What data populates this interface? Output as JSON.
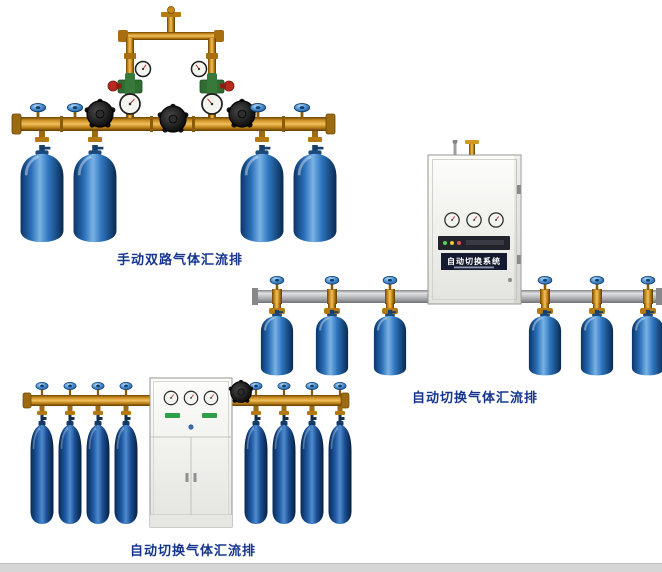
{
  "page": {
    "background": "#ffffff",
    "bottom_strip_color": "#d6d6d6"
  },
  "figures": {
    "manual_dual": {
      "caption": "手动双路气体汇流排",
      "cylinder_count": 4
    },
    "auto_switch_cabinet": {
      "caption": "自动切换气体汇流排",
      "cabinet_label": "自动切换系统",
      "cylinder_count": 6
    },
    "auto_switch_tall_cabinet": {
      "caption": "自动切换气体汇流排",
      "cylinder_count": 8
    }
  },
  "colors": {
    "caption_text": "#16368e",
    "brass_pipe": "#c88a1c",
    "cylinder_blue": "#2a6fb8",
    "aluminum_bar": "#b9bbbf",
    "cabinet_body": "#f2f2ee",
    "regulator_green": "#2f6d33",
    "knob_blue": "#4f93d4"
  }
}
